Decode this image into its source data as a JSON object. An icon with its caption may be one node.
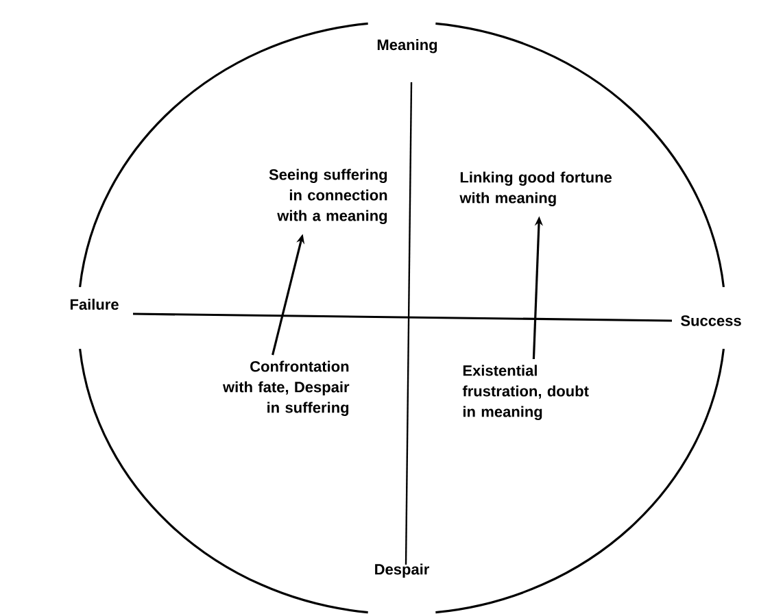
{
  "diagram": {
    "nodes": [
      {
        "text": [
          "Seeing suffering in connection with a meaning"
        ]
      },
      {
        "text": [
          "Linking good fortune with meaning"
        ]
      },
      {
        "text": [
          "Confrontation with fate, Despair in suffering"
        ]
      },
      {
        "text": [
          "Existential frustration, doubt in meaning"
        ]
      }
    ],
    "edges": [
      {
        "from": 2,
        "to": 0,
        "arrow": "to"
      },
      {
        "from": 3,
        "to": 1,
        "arrow": "to"
      }
    ],
    "labels": [
      "Meaning",
      "Failure",
      "Success",
      "Despair"
    ]
  }
}
